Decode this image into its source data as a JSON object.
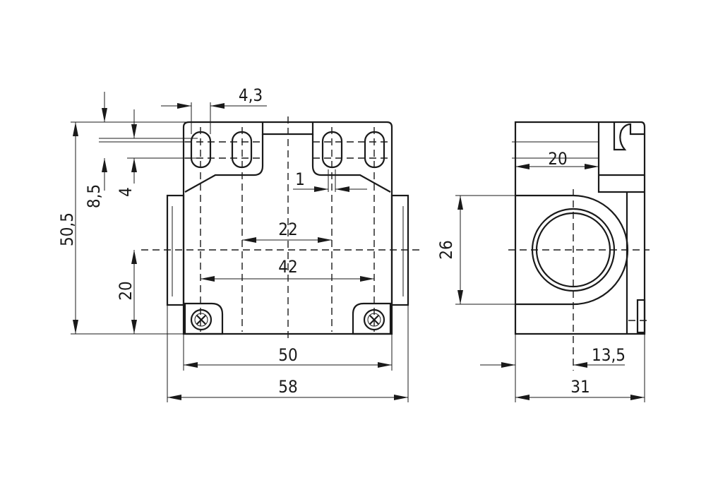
{
  "drawing": {
    "front_view": {
      "dimensions": {
        "slot_width": "4,3",
        "slot_offset_a": "8,5",
        "slot_offset_b": "4",
        "total_height": "50,5",
        "axis_height": "20",
        "slot_gap": "1",
        "inner_slot_spacing": "22",
        "outer_slot_spacing": "42",
        "body_width": "50",
        "overall_width": "58"
      }
    },
    "side_view": {
      "dimensions": {
        "top_offset": "20",
        "bore_height": "26",
        "axis_offset": "13,5",
        "depth": "31"
      }
    },
    "line_color": "#1a1a1a"
  }
}
